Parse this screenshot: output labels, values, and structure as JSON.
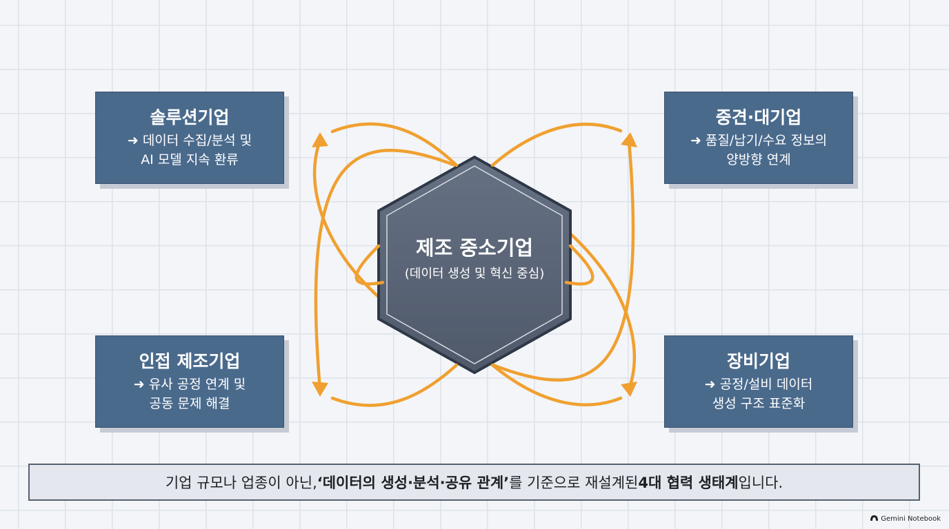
{
  "center": {
    "title": "제조 중소기업",
    "subtitle": "(데이터 생성 및 혁신 중심)"
  },
  "boxes": {
    "top_left": {
      "title": "솔루션기업",
      "desc": "➜ 데이터 수집/분석 및\nAI 모델 지속 환류"
    },
    "top_right": {
      "title": "중견·대기업",
      "desc": "➜ 품질/납기/수요 정보의\n양방향 연계"
    },
    "bottom_left": {
      "title": "인접 제조기업",
      "desc": "➜ 유사 공정 연계 및\n공동 문제 해결"
    },
    "bottom_right": {
      "title": "장비기업",
      "desc": "➜ 공정/설비 데이터\n생성 구조 표준화"
    }
  },
  "banner": {
    "prefix": "기업 규모나 업종이 아닌, ",
    "emphasis": "‘데이터의 생성·분석·공유 관계’",
    "middle": "를 기준으로 재설계된 ",
    "emphasis2": "4대 협력 생태계",
    "suffix": "입니다."
  },
  "watermark": "Gemini Notebook",
  "colors": {
    "box_fill": "#4a6a8c",
    "hexagon_fill": "#5b6677",
    "orbit": "#f0a030",
    "banner_fill": "#e4e8ee"
  }
}
